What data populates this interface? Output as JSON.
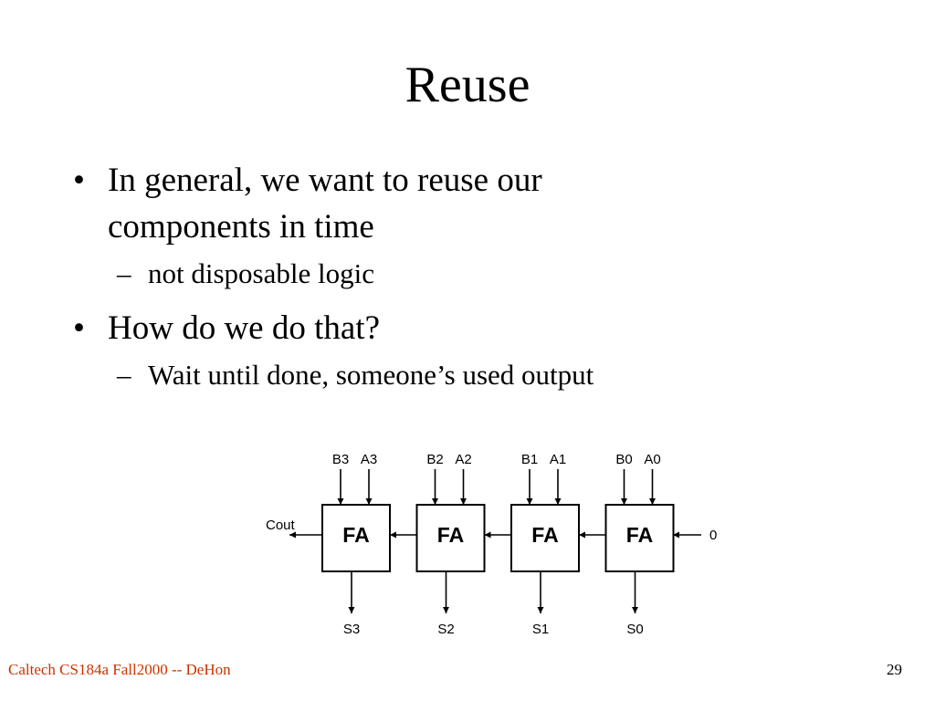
{
  "slide": {
    "title": "Reuse"
  },
  "bullets": [
    {
      "text": "In general, we want to reuse our components in time",
      "line1": "In general, we want to reuse our",
      "line2": "components in time",
      "sub": "not disposable logic"
    },
    {
      "text": "How do we do that?",
      "sub": "Wait until done, someone’s used output"
    }
  ],
  "bullet_glyph": "•",
  "sub_glyph": "–",
  "diagram": {
    "blocks": [
      {
        "label": "FA",
        "b": "B3",
        "a": "A3",
        "s": "S3"
      },
      {
        "label": "FA",
        "b": "B2",
        "a": "A2",
        "s": "S2"
      },
      {
        "label": "FA",
        "b": "B1",
        "a": "A1",
        "s": "S1"
      },
      {
        "label": "FA",
        "b": "B0",
        "a": "A0",
        "s": "S0"
      }
    ],
    "carry_out": "Cout",
    "carry_in": "0"
  },
  "footer": {
    "left": "Caltech CS184a Fall2000 -- DeHon",
    "left_color": "#cc3300",
    "page": "29"
  }
}
